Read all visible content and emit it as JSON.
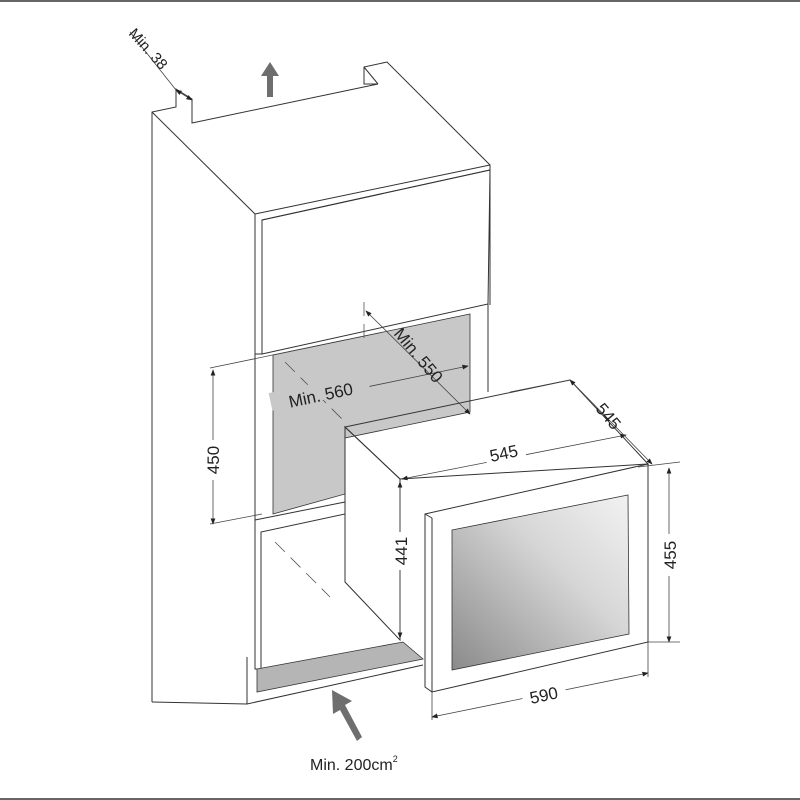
{
  "title": "Built-in installation dimensions",
  "labels": {
    "top_clearance": "Min. 38",
    "niche_depth": "Min. 550",
    "niche_width": "Min. 560",
    "niche_height": "450",
    "appliance_width_top": "545",
    "appliance_depth": "545",
    "appliance_body_height": "441",
    "appliance_front_height": "455",
    "appliance_front_width": "590",
    "ventilation": "Min. 200cm",
    "ventilation_unit_sup": "2"
  },
  "colors": {
    "line": "#333333",
    "niche": "#c8c8c8",
    "arrow": "#6e6e6e",
    "glass_dark": "#8a8a8a",
    "glass_light": "#f2f2f2"
  }
}
